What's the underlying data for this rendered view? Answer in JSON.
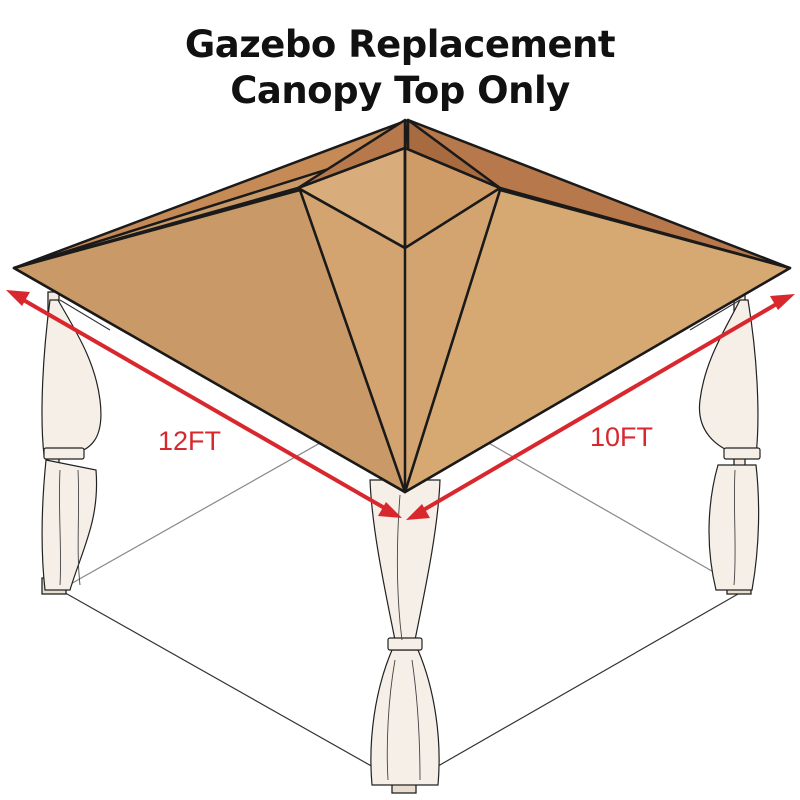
{
  "title": {
    "line1": "Gazebo Replacement",
    "line2": "Canopy Top Only"
  },
  "dimensions": {
    "left": "12FT",
    "right": "10FT"
  },
  "colors": {
    "canopy_light": "#d6a973",
    "canopy_dark": "#b7784b",
    "arrow_red": "#d9272e",
    "line": "#1a1a1a"
  }
}
